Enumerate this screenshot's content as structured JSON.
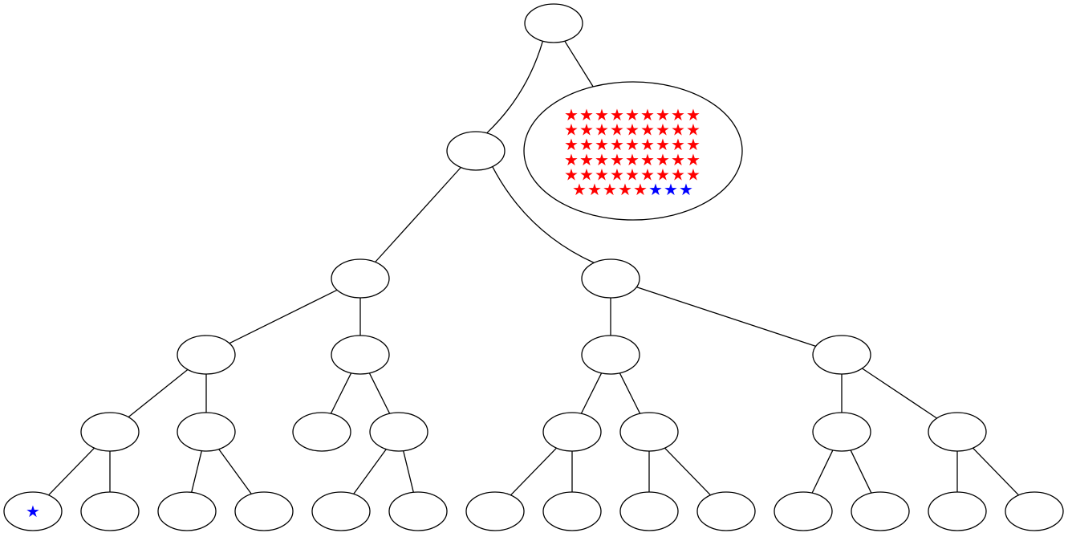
{
  "colors": {
    "red_star": "#ff0000",
    "blue_star": "#0000ff",
    "stroke": "#000000",
    "fill": "#ffffff"
  },
  "star_glyph": "★",
  "nodes": [
    {
      "id": "root",
      "stars": []
    },
    {
      "id": "n1",
      "stars": []
    },
    {
      "id": "big",
      "stars_rows": [
        [
          "red",
          "red",
          "red",
          "red",
          "red",
          "red",
          "red",
          "red",
          "red"
        ],
        [
          "red",
          "red",
          "red",
          "red",
          "red",
          "red",
          "red",
          "red",
          "red"
        ],
        [
          "red",
          "red",
          "red",
          "red",
          "red",
          "red",
          "red",
          "red",
          "red"
        ],
        [
          "red",
          "red",
          "red",
          "red",
          "red",
          "red",
          "red",
          "red",
          "red"
        ],
        [
          "red",
          "red",
          "red",
          "red",
          "red",
          "red",
          "red",
          "red",
          "red"
        ],
        [
          "red",
          "red",
          "red",
          "red",
          "red",
          "blue",
          "blue",
          "blue"
        ]
      ]
    },
    {
      "id": "n2a",
      "stars": []
    },
    {
      "id": "n2b",
      "stars": []
    },
    {
      "id": "n3a",
      "stars": []
    },
    {
      "id": "n3b",
      "stars": []
    },
    {
      "id": "n3c",
      "stars": []
    },
    {
      "id": "n3d",
      "stars": []
    },
    {
      "id": "n4a",
      "stars": []
    },
    {
      "id": "n4b",
      "stars": []
    },
    {
      "id": "n4c",
      "stars": []
    },
    {
      "id": "n4d",
      "stars": []
    },
    {
      "id": "n4e",
      "stars": []
    },
    {
      "id": "n4f",
      "stars": []
    },
    {
      "id": "n4g",
      "stars": []
    },
    {
      "id": "n4h",
      "stars": []
    },
    {
      "id": "l1",
      "stars": [
        "blue"
      ]
    },
    {
      "id": "l2",
      "stars": []
    },
    {
      "id": "l3",
      "stars": []
    },
    {
      "id": "l4",
      "stars": []
    },
    {
      "id": "l5",
      "stars": []
    },
    {
      "id": "l6",
      "stars": []
    },
    {
      "id": "l7",
      "stars": []
    },
    {
      "id": "l8",
      "stars": []
    },
    {
      "id": "l9",
      "stars": []
    },
    {
      "id": "l10",
      "stars": []
    },
    {
      "id": "l11",
      "stars": []
    },
    {
      "id": "l12",
      "stars": []
    },
    {
      "id": "l13",
      "stars": []
    },
    {
      "id": "l14",
      "stars": []
    }
  ],
  "edges": [
    [
      "root",
      "n1"
    ],
    [
      "root",
      "big"
    ],
    [
      "n1",
      "n2a"
    ],
    [
      "n1",
      "n2b"
    ],
    [
      "n2a",
      "n3a"
    ],
    [
      "n2a",
      "n3b"
    ],
    [
      "n2b",
      "n3c"
    ],
    [
      "n2b",
      "n3d"
    ],
    [
      "n3a",
      "n4a"
    ],
    [
      "n3a",
      "n4b"
    ],
    [
      "n3b",
      "n4c"
    ],
    [
      "n3b",
      "n4d"
    ],
    [
      "n3c",
      "n4e"
    ],
    [
      "n3c",
      "n4f"
    ],
    [
      "n3d",
      "n4g"
    ],
    [
      "n3d",
      "n4h"
    ],
    [
      "n4a",
      "l1"
    ],
    [
      "n4a",
      "l2"
    ],
    [
      "n4b",
      "l3"
    ],
    [
      "n4b",
      "l4"
    ],
    [
      "n4d",
      "l5"
    ],
    [
      "n4d",
      "l6"
    ],
    [
      "n4e",
      "l7"
    ],
    [
      "n4e",
      "l8"
    ],
    [
      "n4f",
      "l9"
    ],
    [
      "n4f",
      "l10"
    ],
    [
      "n4g",
      "l11"
    ],
    [
      "n4g",
      "l12"
    ],
    [
      "n4h",
      "l13"
    ],
    [
      "n4h",
      "l14"
    ]
  ]
}
